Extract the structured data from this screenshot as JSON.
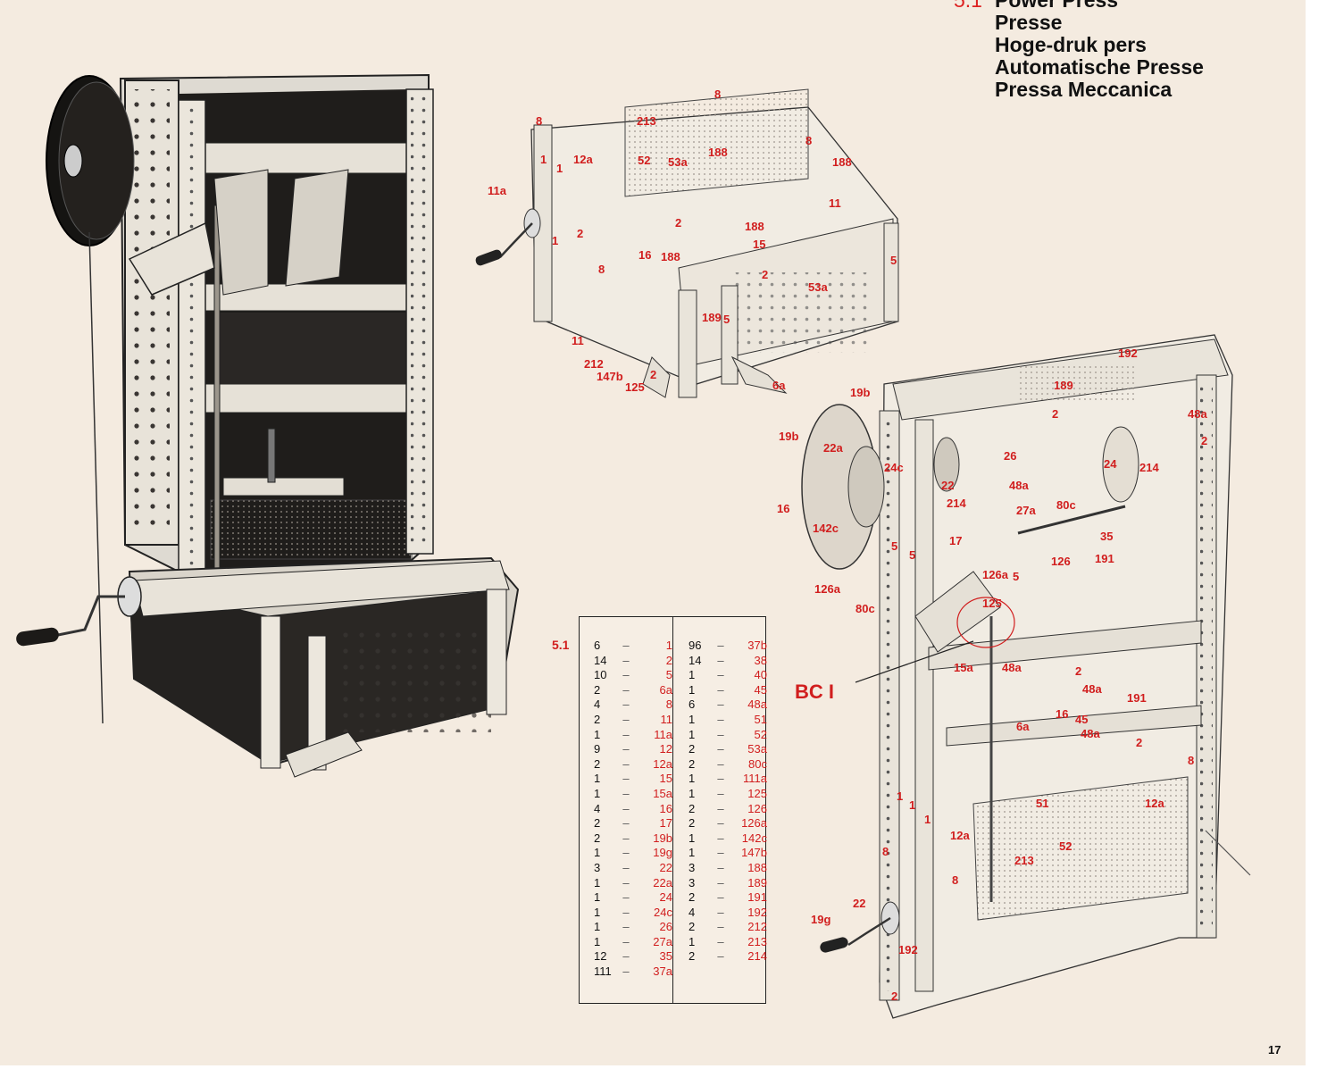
{
  "title": {
    "number": "5.1",
    "names": [
      "Power Press",
      "Presse",
      "Hoge-druk pers",
      "Automatische Presse",
      "Pressa Meccanica"
    ]
  },
  "page_number": "17",
  "parts_list": {
    "set_label": "5.1",
    "left_column": [
      {
        "qty": "6",
        "part": "1"
      },
      {
        "qty": "14",
        "part": "2"
      },
      {
        "qty": "10",
        "part": "5"
      },
      {
        "qty": "2",
        "part": "6a"
      },
      {
        "qty": "4",
        "part": "8"
      },
      {
        "qty": "2",
        "part": "11"
      },
      {
        "qty": "1",
        "part": "11a"
      },
      {
        "qty": "9",
        "part": "12"
      },
      {
        "qty": "2",
        "part": "12a"
      },
      {
        "qty": "1",
        "part": "15"
      },
      {
        "qty": "1",
        "part": "15a"
      },
      {
        "qty": "4",
        "part": "16"
      },
      {
        "qty": "2",
        "part": "17"
      },
      {
        "qty": "2",
        "part": "19b"
      },
      {
        "qty": "1",
        "part": "19g"
      },
      {
        "qty": "3",
        "part": "22"
      },
      {
        "qty": "1",
        "part": "22a"
      },
      {
        "qty": "1",
        "part": "24"
      },
      {
        "qty": "1",
        "part": "24c"
      },
      {
        "qty": "1",
        "part": "26"
      },
      {
        "qty": "1",
        "part": "27a"
      },
      {
        "qty": "12",
        "part": "35"
      },
      {
        "qty": "111",
        "part": "37a"
      }
    ],
    "right_column": [
      {
        "qty": "96",
        "part": "37b"
      },
      {
        "qty": "14",
        "part": "38"
      },
      {
        "qty": "1",
        "part": "40"
      },
      {
        "qty": "1",
        "part": "45"
      },
      {
        "qty": "6",
        "part": "48a"
      },
      {
        "qty": "1",
        "part": "51"
      },
      {
        "qty": "1",
        "part": "52"
      },
      {
        "qty": "2",
        "part": "53a"
      },
      {
        "qty": "2",
        "part": "80c"
      },
      {
        "qty": "1",
        "part": "111a"
      },
      {
        "qty": "1",
        "part": "125"
      },
      {
        "qty": "2",
        "part": "126"
      },
      {
        "qty": "2",
        "part": "126a"
      },
      {
        "qty": "1",
        "part": "142c"
      },
      {
        "qty": "1",
        "part": "147b"
      },
      {
        "qty": "3",
        "part": "188"
      },
      {
        "qty": "3",
        "part": "189"
      },
      {
        "qty": "2",
        "part": "191"
      },
      {
        "qty": "4",
        "part": "192"
      },
      {
        "qty": "2",
        "part": "212"
      },
      {
        "qty": "1",
        "part": "213"
      },
      {
        "qty": "2",
        "part": "214"
      }
    ],
    "separator": "–"
  },
  "top_diagram_labels": [
    "8",
    "213",
    "8",
    "8",
    "1",
    "1",
    "12a",
    "52",
    "53a",
    "188",
    "188",
    "11a",
    "2",
    "188",
    "11",
    "1",
    "2",
    "188",
    "15",
    "16",
    "2",
    "5",
    "8",
    "53a",
    "11",
    "212",
    "147b",
    "125",
    "2",
    "189",
    "5",
    "6a"
  ],
  "right_diagram_labels": [
    "192",
    "189",
    "19b",
    "19b",
    "22a",
    "24c",
    "26",
    "48a",
    "2",
    "2",
    "24",
    "214",
    "22",
    "48a",
    "16",
    "214",
    "27a",
    "80c",
    "142c",
    "17",
    "35",
    "5",
    "5",
    "126",
    "191",
    "126a",
    "126a",
    "80c",
    "125",
    "5",
    "15a",
    "48a",
    "2",
    "48a",
    "191",
    "16",
    "45",
    "6a",
    "48a",
    "2",
    "8",
    "1",
    "1",
    "1",
    "51",
    "12a",
    "12a",
    "213",
    "52",
    "8",
    "8",
    "22",
    "19g",
    "192",
    "2"
  ],
  "callout": "BC I",
  "colors": {
    "paper": "#f4ebe0",
    "label_red": "#d11e1e",
    "ink": "#111111",
    "metal": "#e9e4da",
    "dark_plate": "#2b2926"
  }
}
